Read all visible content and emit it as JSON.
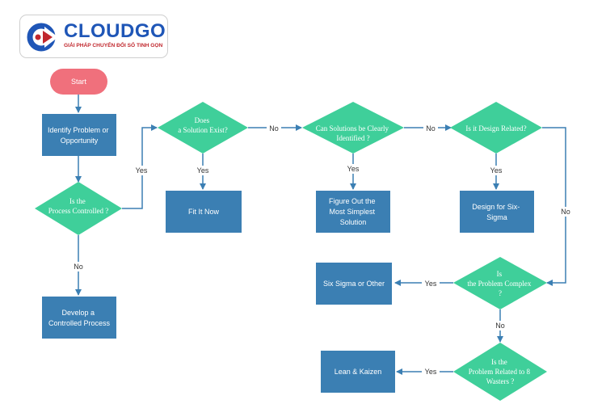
{
  "logo": {
    "name": "CLOUDGO",
    "tagline": "GIẢI PHÁP CHUYỂN ĐỔI SỐ TINH GỌN"
  },
  "colors": {
    "start": "#f0707c",
    "process": "#3b7fb3",
    "decision": "#3fcf9a",
    "connector": "#3b7fb3",
    "label": "#333333"
  },
  "nodes": {
    "start": {
      "label": "Start"
    },
    "identify": {
      "lines": [
        "Identify Problem or",
        "Opportunity"
      ]
    },
    "process_controlled": {
      "lines": [
        "Is the",
        "Process Controlled  ?"
      ]
    },
    "develop": {
      "lines": [
        "Develop a",
        "Controlled Process"
      ]
    },
    "solution_exist": {
      "lines": [
        "Does",
        "a Solution  Exist?"
      ]
    },
    "fit_it_now": {
      "lines": [
        "Fit It Now"
      ]
    },
    "clearly_identified": {
      "lines": [
        "Can Solutions be Clearly",
        "Identified ?"
      ]
    },
    "figure_out": {
      "lines": [
        "Figure Out the",
        "Most Simplest",
        "Solution"
      ]
    },
    "design_related": {
      "lines": [
        "Is it Design Related?"
      ]
    },
    "design_six_sigma": {
      "lines": [
        "Design for Six-",
        "Sigma"
      ]
    },
    "problem_complex": {
      "lines": [
        "Is",
        "the Problem  Complex",
        "?"
      ]
    },
    "six_sigma_other": {
      "lines": [
        "Six Sigma or Other"
      ]
    },
    "related_wasters": {
      "lines": [
        "Is the",
        "Problem Related  to 8",
        "Wasters ?"
      ]
    },
    "lean_kaizen": {
      "lines": [
        "Lean & Kaizen"
      ]
    }
  },
  "edge_labels": {
    "controlled_yes": "Yes",
    "controlled_no": "No",
    "exist_yes": "Yes",
    "exist_no": "No",
    "clearly_yes": "Yes",
    "clearly_no": "No",
    "design_yes": "Yes",
    "design_no": "No",
    "complex_yes": "Yes",
    "complex_no": "No",
    "wasters_yes": "Yes"
  }
}
